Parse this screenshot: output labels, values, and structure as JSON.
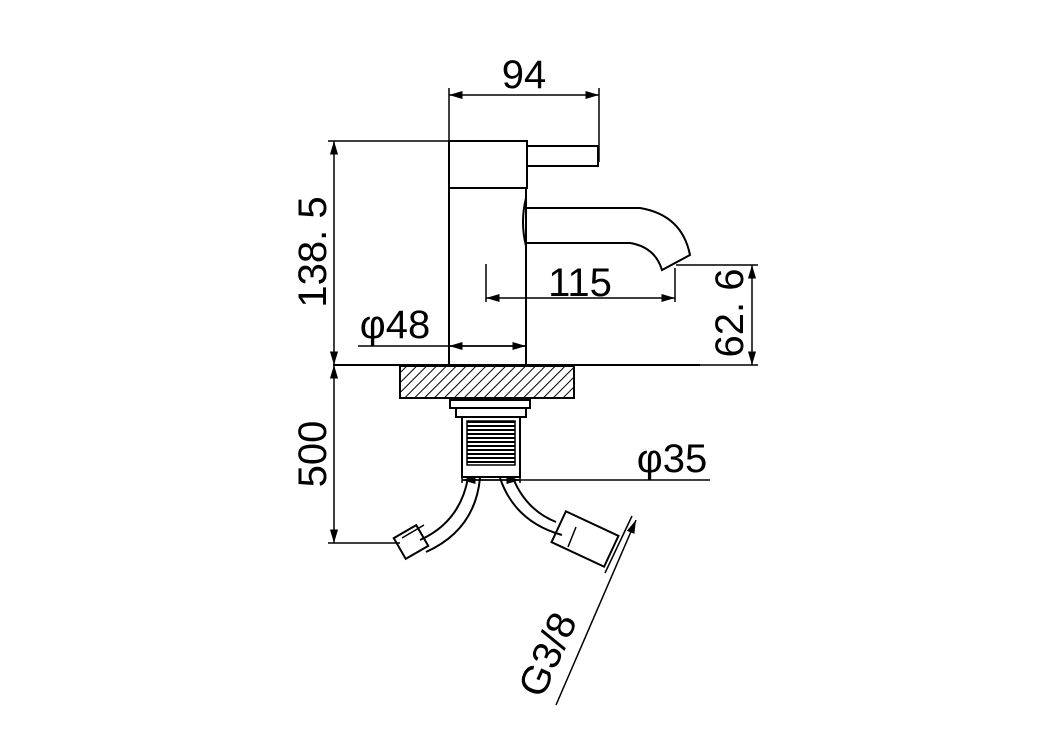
{
  "dimensions": {
    "handle_reach": "94",
    "overall_height": "138. 5",
    "spout_reach": "115",
    "spout_height": "62. 6",
    "body_diameter": "φ48",
    "tail_diameter": "φ35",
    "hose_length": "500",
    "hose_thread": "G3/8"
  },
  "colors": {
    "line": "#000000",
    "background": "#ffffff"
  }
}
